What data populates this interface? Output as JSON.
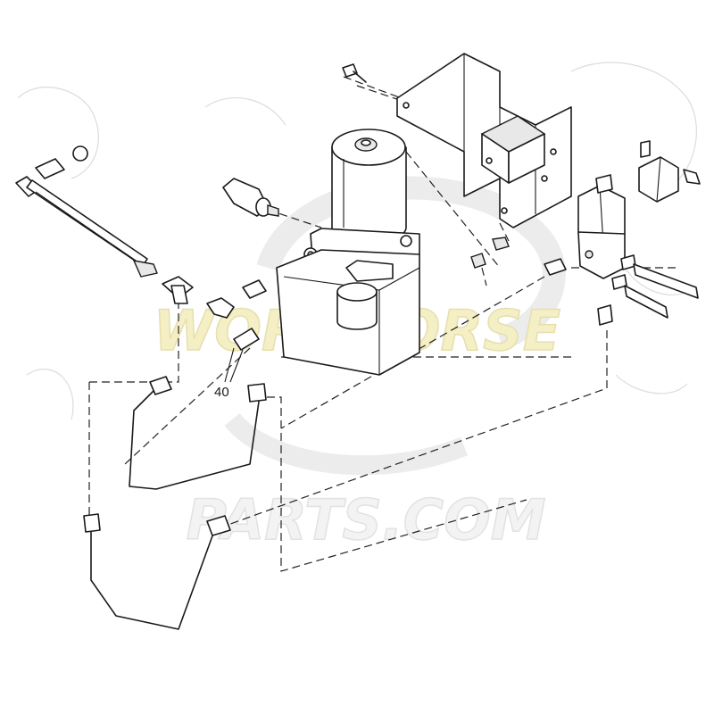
{
  "diagram": {
    "callouts": [
      {
        "label": "40"
      }
    ]
  },
  "watermark": {
    "line1": "WORKHORSE",
    "line2": "PARTS.COM",
    "color_fill": "#f4efc4",
    "color_outline": "#e7e1b3",
    "logo_color": "#e9e9e9"
  }
}
